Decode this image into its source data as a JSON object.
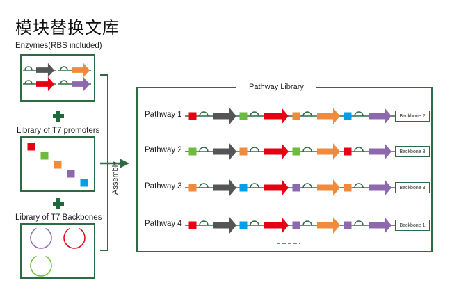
{
  "title": "模块替换文库",
  "colors": {
    "frame": "#2e6b45",
    "plus": "#1e6a3a",
    "red": "#e60012",
    "green": "#6cbb3c",
    "orange": "#f08a3c",
    "purple": "#8e68ac",
    "blue": "#00a0e9",
    "gray": "#555555"
  },
  "left_panel": {
    "enzymes": {
      "label": "Enzymes(RBS included)",
      "genes": [
        "gray",
        "orange",
        "red",
        "purple"
      ]
    },
    "promoters": {
      "label": "Library of T7 promoters",
      "items": [
        "red",
        "green",
        "orange",
        "purple",
        "blue"
      ]
    },
    "backbones": {
      "label": "Library of T7 Backbones",
      "items": [
        "purple",
        "red",
        "green"
      ]
    }
  },
  "assembly_label": "Assembly",
  "pathway_library": {
    "title": "Pathway Library",
    "pathways": [
      {
        "label": "Pathway 1",
        "promoters": [
          "red",
          "green",
          "orange",
          "blue"
        ],
        "genes": [
          "gray",
          "red",
          "orange",
          "purple"
        ],
        "backbone": "Backbone 2"
      },
      {
        "label": "Pathway 2",
        "promoters": [
          "green",
          "orange",
          "green",
          "red"
        ],
        "genes": [
          "gray",
          "red",
          "orange",
          "purple"
        ],
        "backbone": "Backbone 3"
      },
      {
        "label": "Pathway 3",
        "promoters": [
          "orange",
          "blue",
          "purple",
          "orange"
        ],
        "genes": [
          "gray",
          "red",
          "orange",
          "purple"
        ],
        "backbone": "Backbone 3"
      },
      {
        "label": "Pathway 4",
        "promoters": [
          "red",
          "blue",
          "purple",
          "purple"
        ],
        "genes": [
          "gray",
          "red",
          "orange",
          "purple"
        ],
        "backbone": "Backbone 1"
      }
    ],
    "more_indicator": "- - - -"
  }
}
